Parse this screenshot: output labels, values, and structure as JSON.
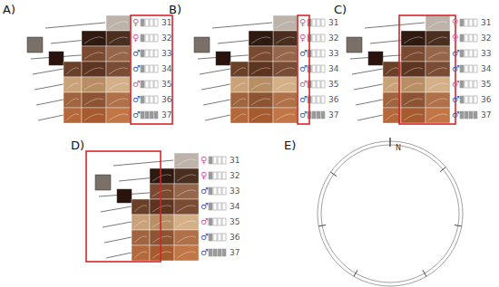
{
  "diagram": {
    "labels": [
      "A)",
      "♀",
      "31",
      "♀",
      "32",
      "♂",
      "33",
      "♂",
      "34",
      "♂",
      "35",
      "♂",
      "36",
      "♂",
      "37",
      "B)",
      "♀",
      "31",
      "♀",
      "32",
      "♂",
      "33",
      "♂",
      "34",
      "♂",
      "35",
      "♂",
      "36",
      "♂",
      "37",
      "C)",
      "♀",
      "31",
      "♀",
      "32",
      "♂",
      "33",
      "♂",
      "34",
      "♂",
      "35",
      "♂",
      "36",
      "♂",
      "37",
      "D)",
      "♀",
      "31",
      "♀",
      "32",
      "♂",
      "33",
      "♂",
      "34",
      "♂",
      "35",
      "♂",
      "36",
      "♂",
      "37",
      "E)",
      "N"
    ]
  }
}
